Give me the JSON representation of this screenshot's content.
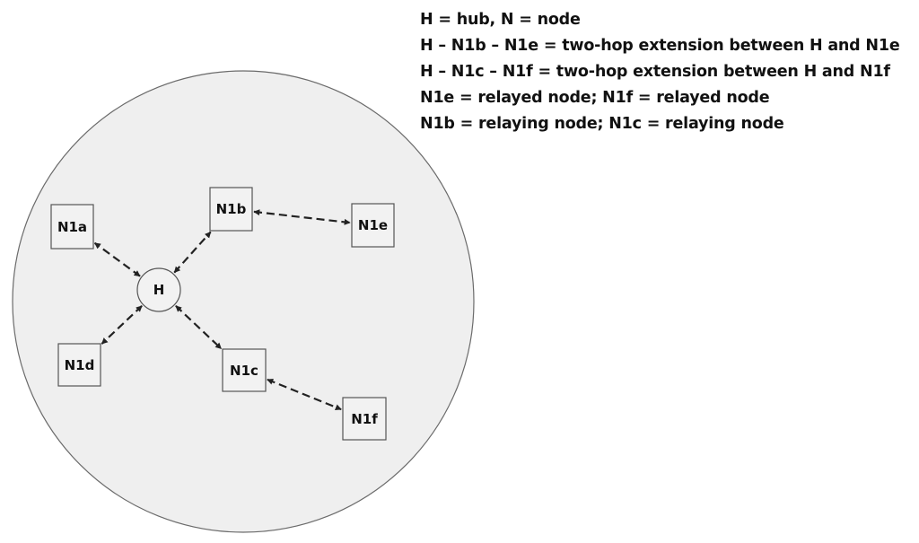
{
  "colors": {
    "ring_fill": "#efefef",
    "ring_stroke": "#6b6b6b",
    "node_fill": "#f2f2f2",
    "node_stroke": "#555555",
    "edge": "#222222"
  },
  "legend": [
    "H = hub, N = node",
    "H – N1b – N1e = two-hop extension between H and N1e",
    "H – N1c – N1f = two-hop extension between H and N1f",
    "N1e = relayed node; N1f = relayed node",
    "N1b = relaying node; N1c = relaying node"
  ],
  "nodes": {
    "hub": "H",
    "n1a": "N1a",
    "n1b": "N1b",
    "n1c": "N1c",
    "n1d": "N1d",
    "n1e": "N1e",
    "n1f": "N1f"
  },
  "edges": [
    {
      "from": "hub",
      "to": "n1a"
    },
    {
      "from": "hub",
      "to": "n1b"
    },
    {
      "from": "hub",
      "to": "n1c"
    },
    {
      "from": "hub",
      "to": "n1d"
    },
    {
      "from": "n1b",
      "to": "n1e"
    },
    {
      "from": "n1c",
      "to": "n1f"
    }
  ]
}
